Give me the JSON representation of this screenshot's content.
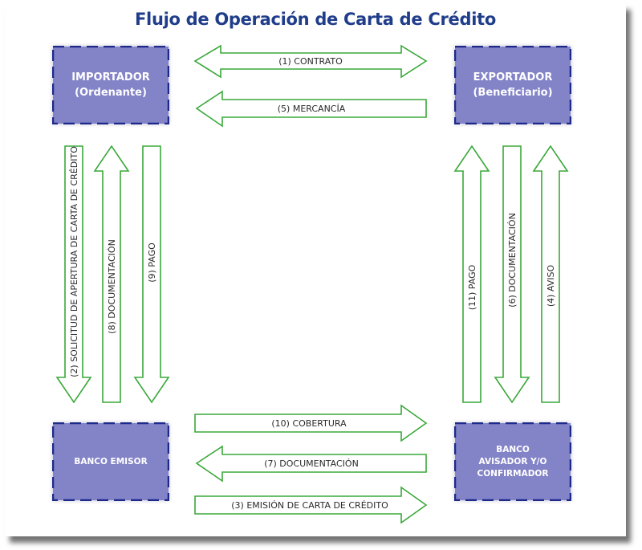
{
  "title": "Flujo de Operación de Carta de Crédito",
  "colors": {
    "title": "#1f3d8a",
    "box_fill": "#8383c8",
    "box_border": "#1e2a8a",
    "arrow_stroke": "#3aa83a"
  },
  "nodes": {
    "importador": {
      "line1": "IMPORTADOR",
      "line2": "(Ordenante)"
    },
    "exportador": {
      "line1": "EXPORTADOR",
      "line2": "(Beneficiario)"
    },
    "banco_emisor": {
      "line1": "BANCO EMISOR"
    },
    "banco_avisador": {
      "line1": "BANCO",
      "line2": "AVISADOR Y/O",
      "line3": "CONFIRMADOR"
    }
  },
  "flows": {
    "contrato": "(1) CONTRATO",
    "solicitud": "(2) SOLICITUD DE APERTURA DE CARTA DE CRÉDITO",
    "emision": "(3) EMISIÓN DE CARTA DE CRÉDITO",
    "aviso": "(4) AVISO",
    "mercancia": "(5) MERCANCÍA",
    "documentacion_6": "(6) DOCUMENTACIÓN",
    "documentacion_7": "(7) DOCUMENTACIÓN",
    "documentacion_8": "(8) DOCUMENTACIÓN",
    "pago_9": "(9) PAGO",
    "cobertura": "(10) COBERTURA",
    "pago_11": "(11) PAGO"
  }
}
